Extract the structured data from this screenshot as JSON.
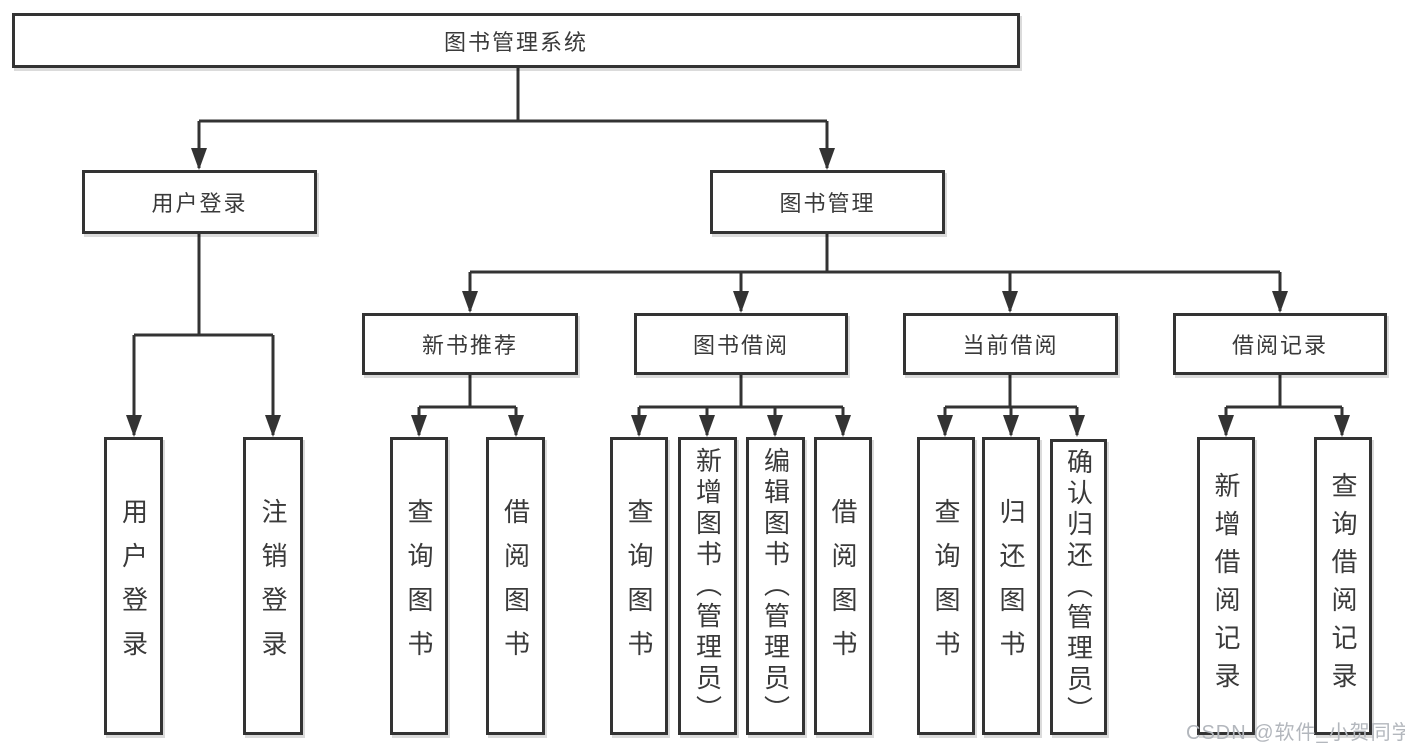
{
  "diagram": {
    "root": "图书管理系统",
    "branches": [
      {
        "label": "用户登录",
        "children": [
          "用户登录",
          "注销登录"
        ]
      },
      {
        "label": "图书管理",
        "sections": [
          {
            "label": "新书推荐",
            "children": [
              "查询图书",
              "借阅图书"
            ]
          },
          {
            "label": "图书借阅",
            "children": [
              "查询图书",
              "新增图书（管理员）",
              "编辑图书（管理员）",
              "借阅图书"
            ]
          },
          {
            "label": "当前借阅",
            "children": [
              "查询图书",
              "归还图书",
              "确认归还（管理员）"
            ]
          },
          {
            "label": "借阅记录",
            "children": [
              "新增借阅记录",
              "查询借阅记录"
            ]
          }
        ]
      }
    ]
  },
  "watermark": {
    "text": "CSDN @软件_小贺同学"
  },
  "colors": {
    "line": "#333333",
    "box_border": "#333333",
    "box_fill": "#ffffff",
    "text": "#3a3a3a",
    "watermark": "#b3b7bd",
    "background": "#ffffff"
  }
}
